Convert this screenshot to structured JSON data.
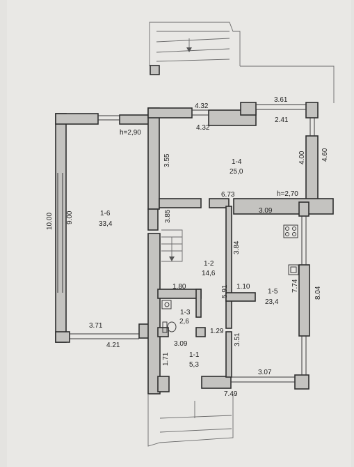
{
  "plan": {
    "rooms": [
      {
        "id": "1-6",
        "area": "33,4"
      },
      {
        "id": "1-4",
        "area": "25,0"
      },
      {
        "id": "1-2",
        "area": "14,6"
      },
      {
        "id": "1-5",
        "area": "23,4"
      },
      {
        "id": "1-3",
        "area": "2,6"
      },
      {
        "id": "1-1",
        "area": "5,3"
      }
    ],
    "dimensions": [
      "4.32",
      "4.32",
      "3.61",
      "2.41",
      "3.55",
      "4.00",
      "4.60",
      "6.73",
      "3.09",
      "3.85",
      "10.00",
      "9.00",
      "3.84",
      "1.80",
      "1.10",
      "5.91",
      "7.74",
      "8.04",
      "3.71",
      "4.21",
      "1.29",
      "3.51",
      "3.09",
      "1.71",
      "3.07",
      "7.49"
    ],
    "heights": [
      "h=2,90",
      "h=2,70"
    ]
  }
}
